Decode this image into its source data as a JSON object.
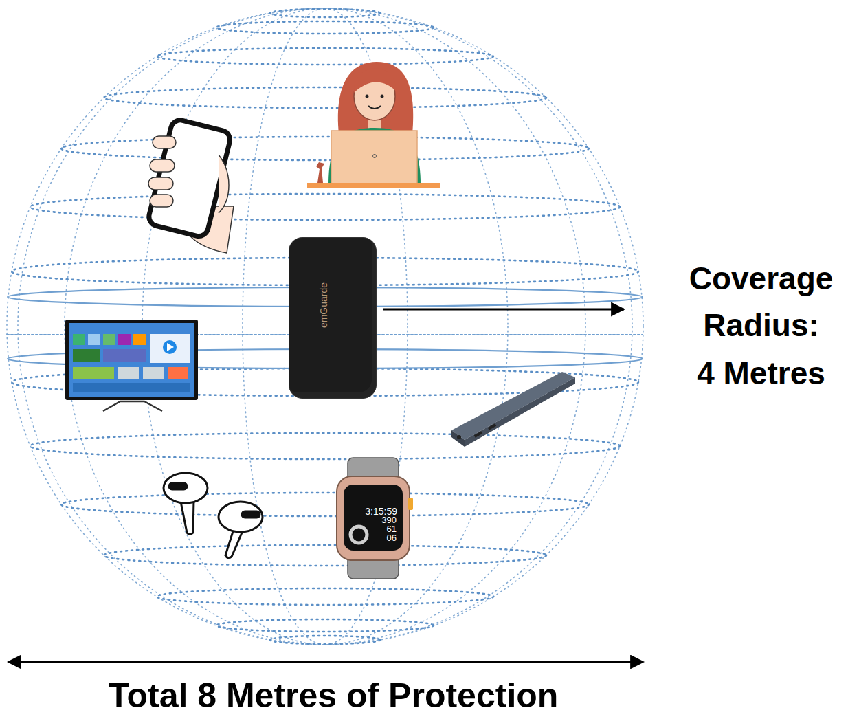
{
  "diagram": {
    "nodes": [
      {
        "text": [
          "emGuarde"
        ]
      },
      {
        "text": [
          "3:15:59",
          "390",
          "61",
          "06"
        ]
      }
    ],
    "labels": [
      "Coverage Radius:",
      "4 Metres",
      "Total 8 Metres of Protection"
    ]
  }
}
